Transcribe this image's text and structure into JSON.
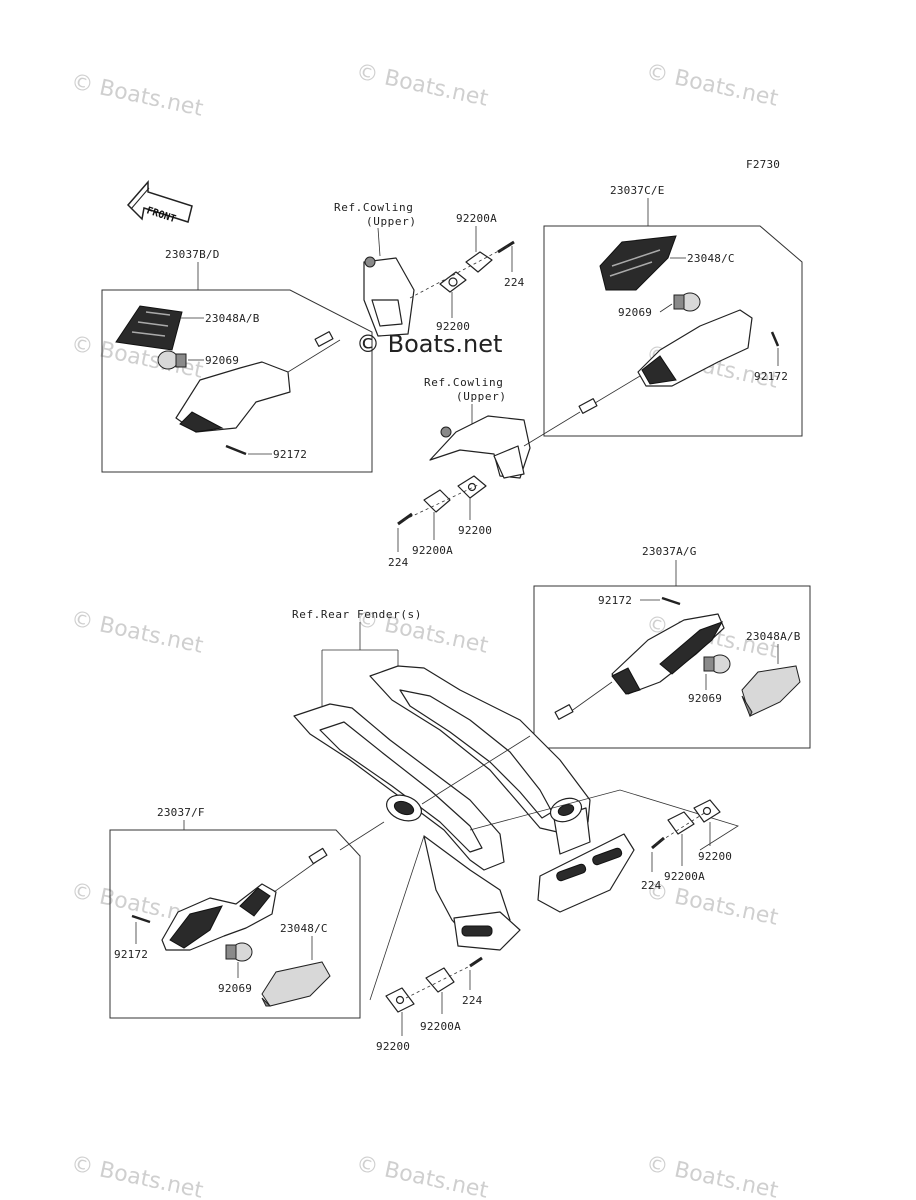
{
  "figure_code": "F2730",
  "front_label": "FRONT",
  "watermark": "© Boats.net",
  "center_watermark": "© Boats.net",
  "references": {
    "cowling_upper_left": [
      "Ref.Cowling",
      "(Upper)"
    ],
    "cowling_upper_right": [
      "Ref.Cowling",
      "(Upper)"
    ],
    "rear_fender": "Ref.Rear Fender(s)"
  },
  "parts": {
    "front_left_assembly": "23037B/D",
    "front_left_lens": "23048A/B",
    "front_left_bulb": "92069",
    "front_left_screw": "92172",
    "front_right_assembly": "23037C/E",
    "front_right_lens": "23048/C",
    "front_right_bulb": "92069",
    "front_right_screw": "92172",
    "bracket_top_plate": "92200A",
    "bracket_top_bolt": "224",
    "bracket_top_washer": "92200",
    "bracket_mid_bolt": "224",
    "bracket_mid_plate": "92200A",
    "bracket_mid_washer": "92200",
    "rear_right_assembly": "23037A/G",
    "rear_right_screw": "92172",
    "rear_right_lens": "23048A/B",
    "rear_right_bulb": "92069",
    "rear_left_assembly": "23037/F",
    "rear_left_screw": "92172",
    "rear_left_lens": "23048/C",
    "rear_left_bulb": "92069",
    "rear_right_washer": "92200",
    "rear_right_bolt": "224",
    "rear_right_plate": "92200A",
    "rear_bottom_bolt": "224",
    "rear_bottom_plate": "92200A",
    "rear_bottom_washer": "92200"
  }
}
